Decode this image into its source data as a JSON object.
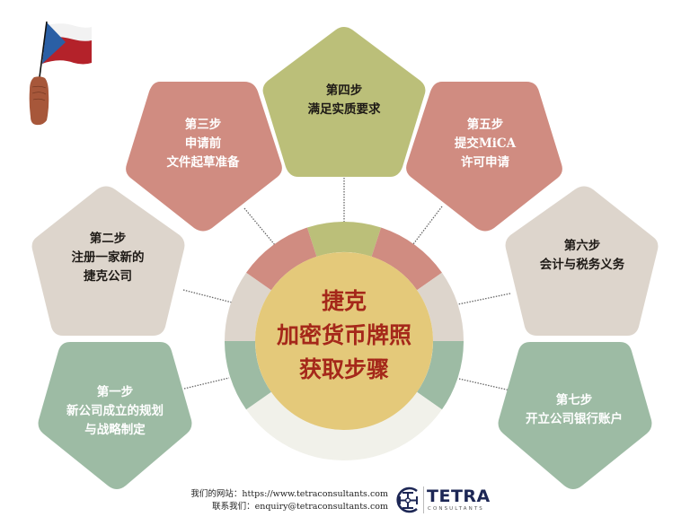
{
  "center": {
    "title_lines": [
      "捷克",
      "加密货币牌照",
      "获取步骤"
    ],
    "text_color": "#a5281a",
    "fill_color": "#e4c97a"
  },
  "steps": [
    {
      "step": "第一步",
      "lines": [
        "第一步",
        "新公司成立的规划",
        "与战略制定"
      ],
      "color": "#9dbba4",
      "text": "light"
    },
    {
      "step": "第二步",
      "lines": [
        "第二步",
        "注册一家新的",
        "捷克公司"
      ],
      "color": "#ddd5cc",
      "text": "dark"
    },
    {
      "step": "第三步",
      "lines": [
        "第三步",
        "申请前",
        "文件起草准备"
      ],
      "color": "#d08c81",
      "text": "light"
    },
    {
      "step": "第四步",
      "lines": [
        "第四步",
        "满足实质要求"
      ],
      "color": "#bbbf79",
      "text": "dark"
    },
    {
      "step": "第五步",
      "lines": [
        "第五步",
        "提交MiCA",
        "许可申请"
      ],
      "color": "#d08c81",
      "text": "light"
    },
    {
      "step": "第六步",
      "lines": [
        "第六步",
        "会计与税务义务"
      ],
      "color": "#ddd5cc",
      "text": "dark"
    },
    {
      "step": "第七步",
      "lines": [
        "第七步",
        "开立公司银行账户"
      ],
      "color": "#9dbba4",
      "text": "light"
    }
  ],
  "ring": {
    "segments": [
      {
        "name": "step4",
        "color": "#bbbf79"
      },
      {
        "name": "step5",
        "color": "#d08c81"
      },
      {
        "name": "step6",
        "color": "#ddd5cc"
      },
      {
        "name": "step7",
        "color": "#9dbba4"
      },
      {
        "name": "base",
        "color": "#f1f1ea"
      },
      {
        "name": "step1",
        "color": "#9dbba4"
      },
      {
        "name": "step2",
        "color": "#ddd5cc"
      },
      {
        "name": "step3",
        "color": "#d08c81"
      }
    ]
  },
  "decoration": {
    "flag": "czech-flag-in-hand",
    "flag_colors": {
      "white": "#f2f2f2",
      "red": "#b4222a",
      "blue": "#2a5fa5",
      "hand": "#a7573a"
    }
  },
  "footer": {
    "website_label": "我们的网站：",
    "website": "https://www.tetraconsultants.com",
    "contact_label": "联系我们：",
    "email": "enquiry@tetraconsultants.com"
  },
  "logo": {
    "name": "TETRA",
    "subtitle": "CONSULTANTS",
    "color": "#1d2755"
  }
}
